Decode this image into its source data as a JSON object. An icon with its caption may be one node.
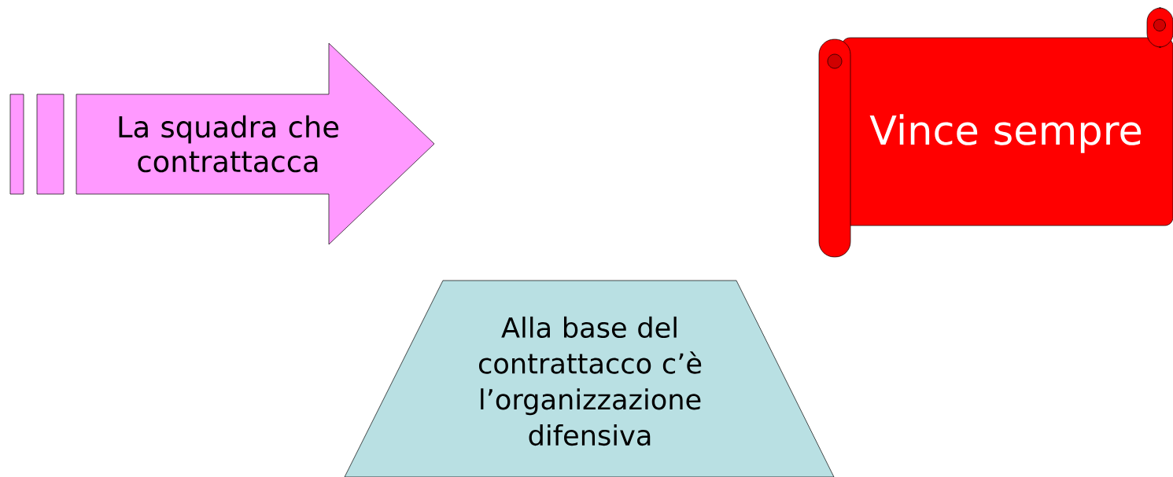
{
  "diagram": {
    "nodes": [
      {
        "text": [
          "La squadra che contrattacca"
        ]
      },
      {
        "text": [
          "Vince sempre"
        ]
      },
      {
        "text": [
          "Alla base del contrattacco c’è l’organizzazione difensiva"
        ]
      }
    ]
  }
}
